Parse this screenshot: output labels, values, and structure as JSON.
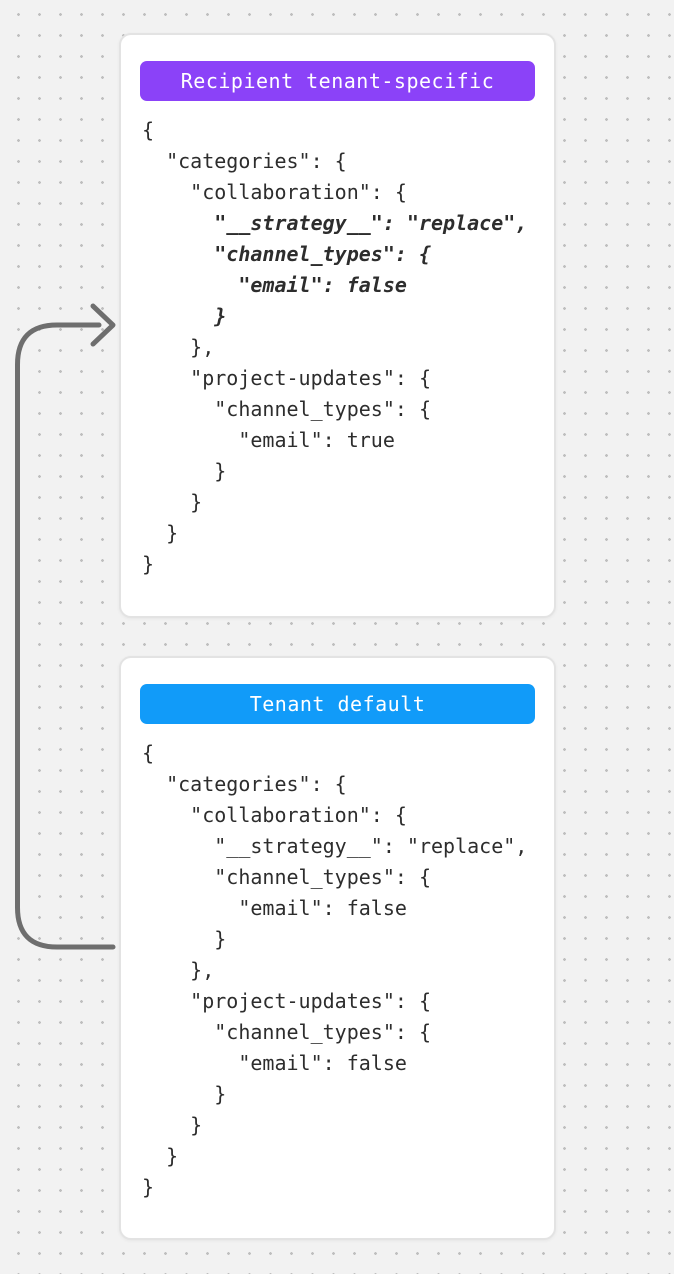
{
  "background": {
    "color": "#f2f2f2",
    "dot_color": "#bfbfbf"
  },
  "arrow": {
    "color": "#6e6e6e"
  },
  "cards": [
    {
      "badge": {
        "label": "Recipient tenant-specific",
        "color": "#8b42f8",
        "text_color": "#ffffff"
      },
      "code_lines": [
        {
          "text": "{",
          "emphasis": false
        },
        {
          "text": "  \"categories\": {",
          "emphasis": false
        },
        {
          "text": "    \"collaboration\": {",
          "emphasis": false
        },
        {
          "text": "      \"__strategy__\": \"replace\",",
          "emphasis": true
        },
        {
          "text": "      \"channel_types\": {",
          "emphasis": true
        },
        {
          "text": "        \"email\": false",
          "emphasis": true
        },
        {
          "text": "      }",
          "emphasis": true
        },
        {
          "text": "    },",
          "emphasis": false
        },
        {
          "text": "    \"project-updates\": {",
          "emphasis": false
        },
        {
          "text": "      \"channel_types\": {",
          "emphasis": false
        },
        {
          "text": "        \"email\": true",
          "emphasis": false
        },
        {
          "text": "      }",
          "emphasis": false
        },
        {
          "text": "    }",
          "emphasis": false
        },
        {
          "text": "  }",
          "emphasis": false
        },
        {
          "text": "}",
          "emphasis": false
        }
      ]
    },
    {
      "badge": {
        "label": "Tenant default",
        "color": "#119bf9",
        "text_color": "#ffffff"
      },
      "code_lines": [
        {
          "text": "{",
          "emphasis": false
        },
        {
          "text": "  \"categories\": {",
          "emphasis": false
        },
        {
          "text": "    \"collaboration\": {",
          "emphasis": false
        },
        {
          "text": "      \"__strategy__\": \"replace\",",
          "emphasis": false
        },
        {
          "text": "      \"channel_types\": {",
          "emphasis": false
        },
        {
          "text": "        \"email\": false",
          "emphasis": false
        },
        {
          "text": "      }",
          "emphasis": false
        },
        {
          "text": "    },",
          "emphasis": false
        },
        {
          "text": "    \"project-updates\": {",
          "emphasis": false
        },
        {
          "text": "      \"channel_types\": {",
          "emphasis": false
        },
        {
          "text": "        \"email\": false",
          "emphasis": false
        },
        {
          "text": "      }",
          "emphasis": false
        },
        {
          "text": "    }",
          "emphasis": false
        },
        {
          "text": "  }",
          "emphasis": false
        },
        {
          "text": "}",
          "emphasis": false
        }
      ]
    }
  ]
}
